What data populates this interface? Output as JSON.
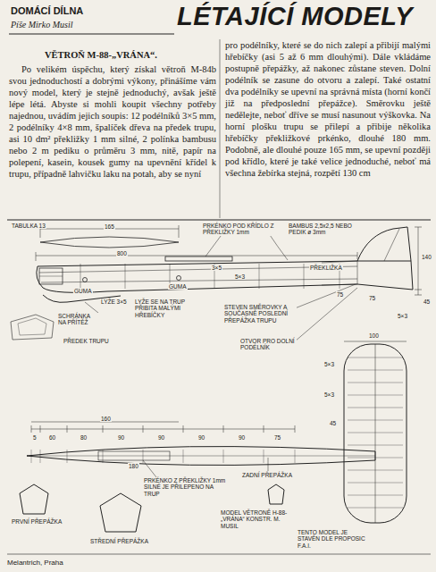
{
  "diagram": {
    "title": "LÉTAJÍCÍ MODELY",
    "labels": [
      "DOMÁCÍ DÍLNA",
      "Píše Mirko Musil",
      "VĚTROŇ M-88-„VRÁNA“.",
      "Po velikém úspěchu, který získal větroň M-84b svou jednoduchostí a dobrými výkony, přinášíme vám nový model, který je stejně jednoduchý, avšak ještě lépe létá. Abyste si mohli koupit všechny potřeby najednou, uvádím jejich soupis: 12 podélníků 3×5 mm, 2 podélníky 4×8 mm, špalíček dřeva na předek trupu, asi 10 dm² překližky 1 mm silné, 2 polínka bambusu nebo 2 m pediku o průměru 3 mm, nitě, papír na polepení, kasein, kousek gumy na upevnění křídel k trupu, případně lahvičku laku na potah, aby se nyní",
      "pro podélníky, které se do nich zalepí a přibijí malými hřebíčky (asi 5 až 6 mm dlouhými). Dále vkládáme postupně přepážky, až nakonec zůstane steven. Dolní podélník se zasune do otvoru a zalepí. Také ostatní dva podélníky se upevní na správná místa (horní končí již na předposlední přepážce). Směrovku ještě nedělejte, neboť dříve se musí nasunout výškovka. Na horní plošku trupu se přilepí a přibije několika hřebíčky překližkové prkénko, dlouhé 180 mm. Podobně, ale dlouhé pouze 165 mm, se upevní později pod křídlo, které je také velice jednoduché, neboť má všechna žebírka stejná, rozpětí 130 cm",
      "TABULKA 13",
      "165",
      "PRKÉNKO POD KŘÍDLO Z PŘEKLIŽKY 1mm",
      "BAMBUS 2,5x2,5 NEBO PEDIK ø 3mm",
      "800",
      "3×5",
      "GUMA",
      "GUMA",
      "5×3",
      "PŘEKLIŽKA",
      "140",
      "45",
      "5×3",
      "SCHRÁNKA NA PŘÍTĚŽ",
      "LYŽE 3×5",
      "LYŽE SE NA TRUP PŘIBITA MALÝMI HŘEBÍČKY",
      "PŘEDEK TRUPU",
      "STEVEN SMĚROVKY A SOUČASNĚ POSLEDNÍ PŘEPÁŽKA TRUPU",
      "OTVOR PRO DOLNÍ PODÉLNÍK",
      "75",
      "75",
      "100",
      "5×3",
      "5×3",
      "45",
      "160",
      "5",
      "60",
      "80",
      "90",
      "90",
      "90",
      "90",
      "75",
      "180",
      "PRKÉNKO Z PŘEKLIŽKY 1mm SILNÉ JE PŘILEPENO NA TRUP",
      "ZADNÍ PŘEPÁŽKA",
      "PRVNÍ PŘEPÁŽKA",
      "STŘEDNÍ PŘEPÁŽKA",
      "MODEL VĚTRONĚ H-88-„VRÁNA“ KONSTR. M. MUSIL",
      "TENTO MODEL JE STAVĚN DLE PROPOSIC F.A.I.",
      "Melantrich, Praha"
    ]
  }
}
